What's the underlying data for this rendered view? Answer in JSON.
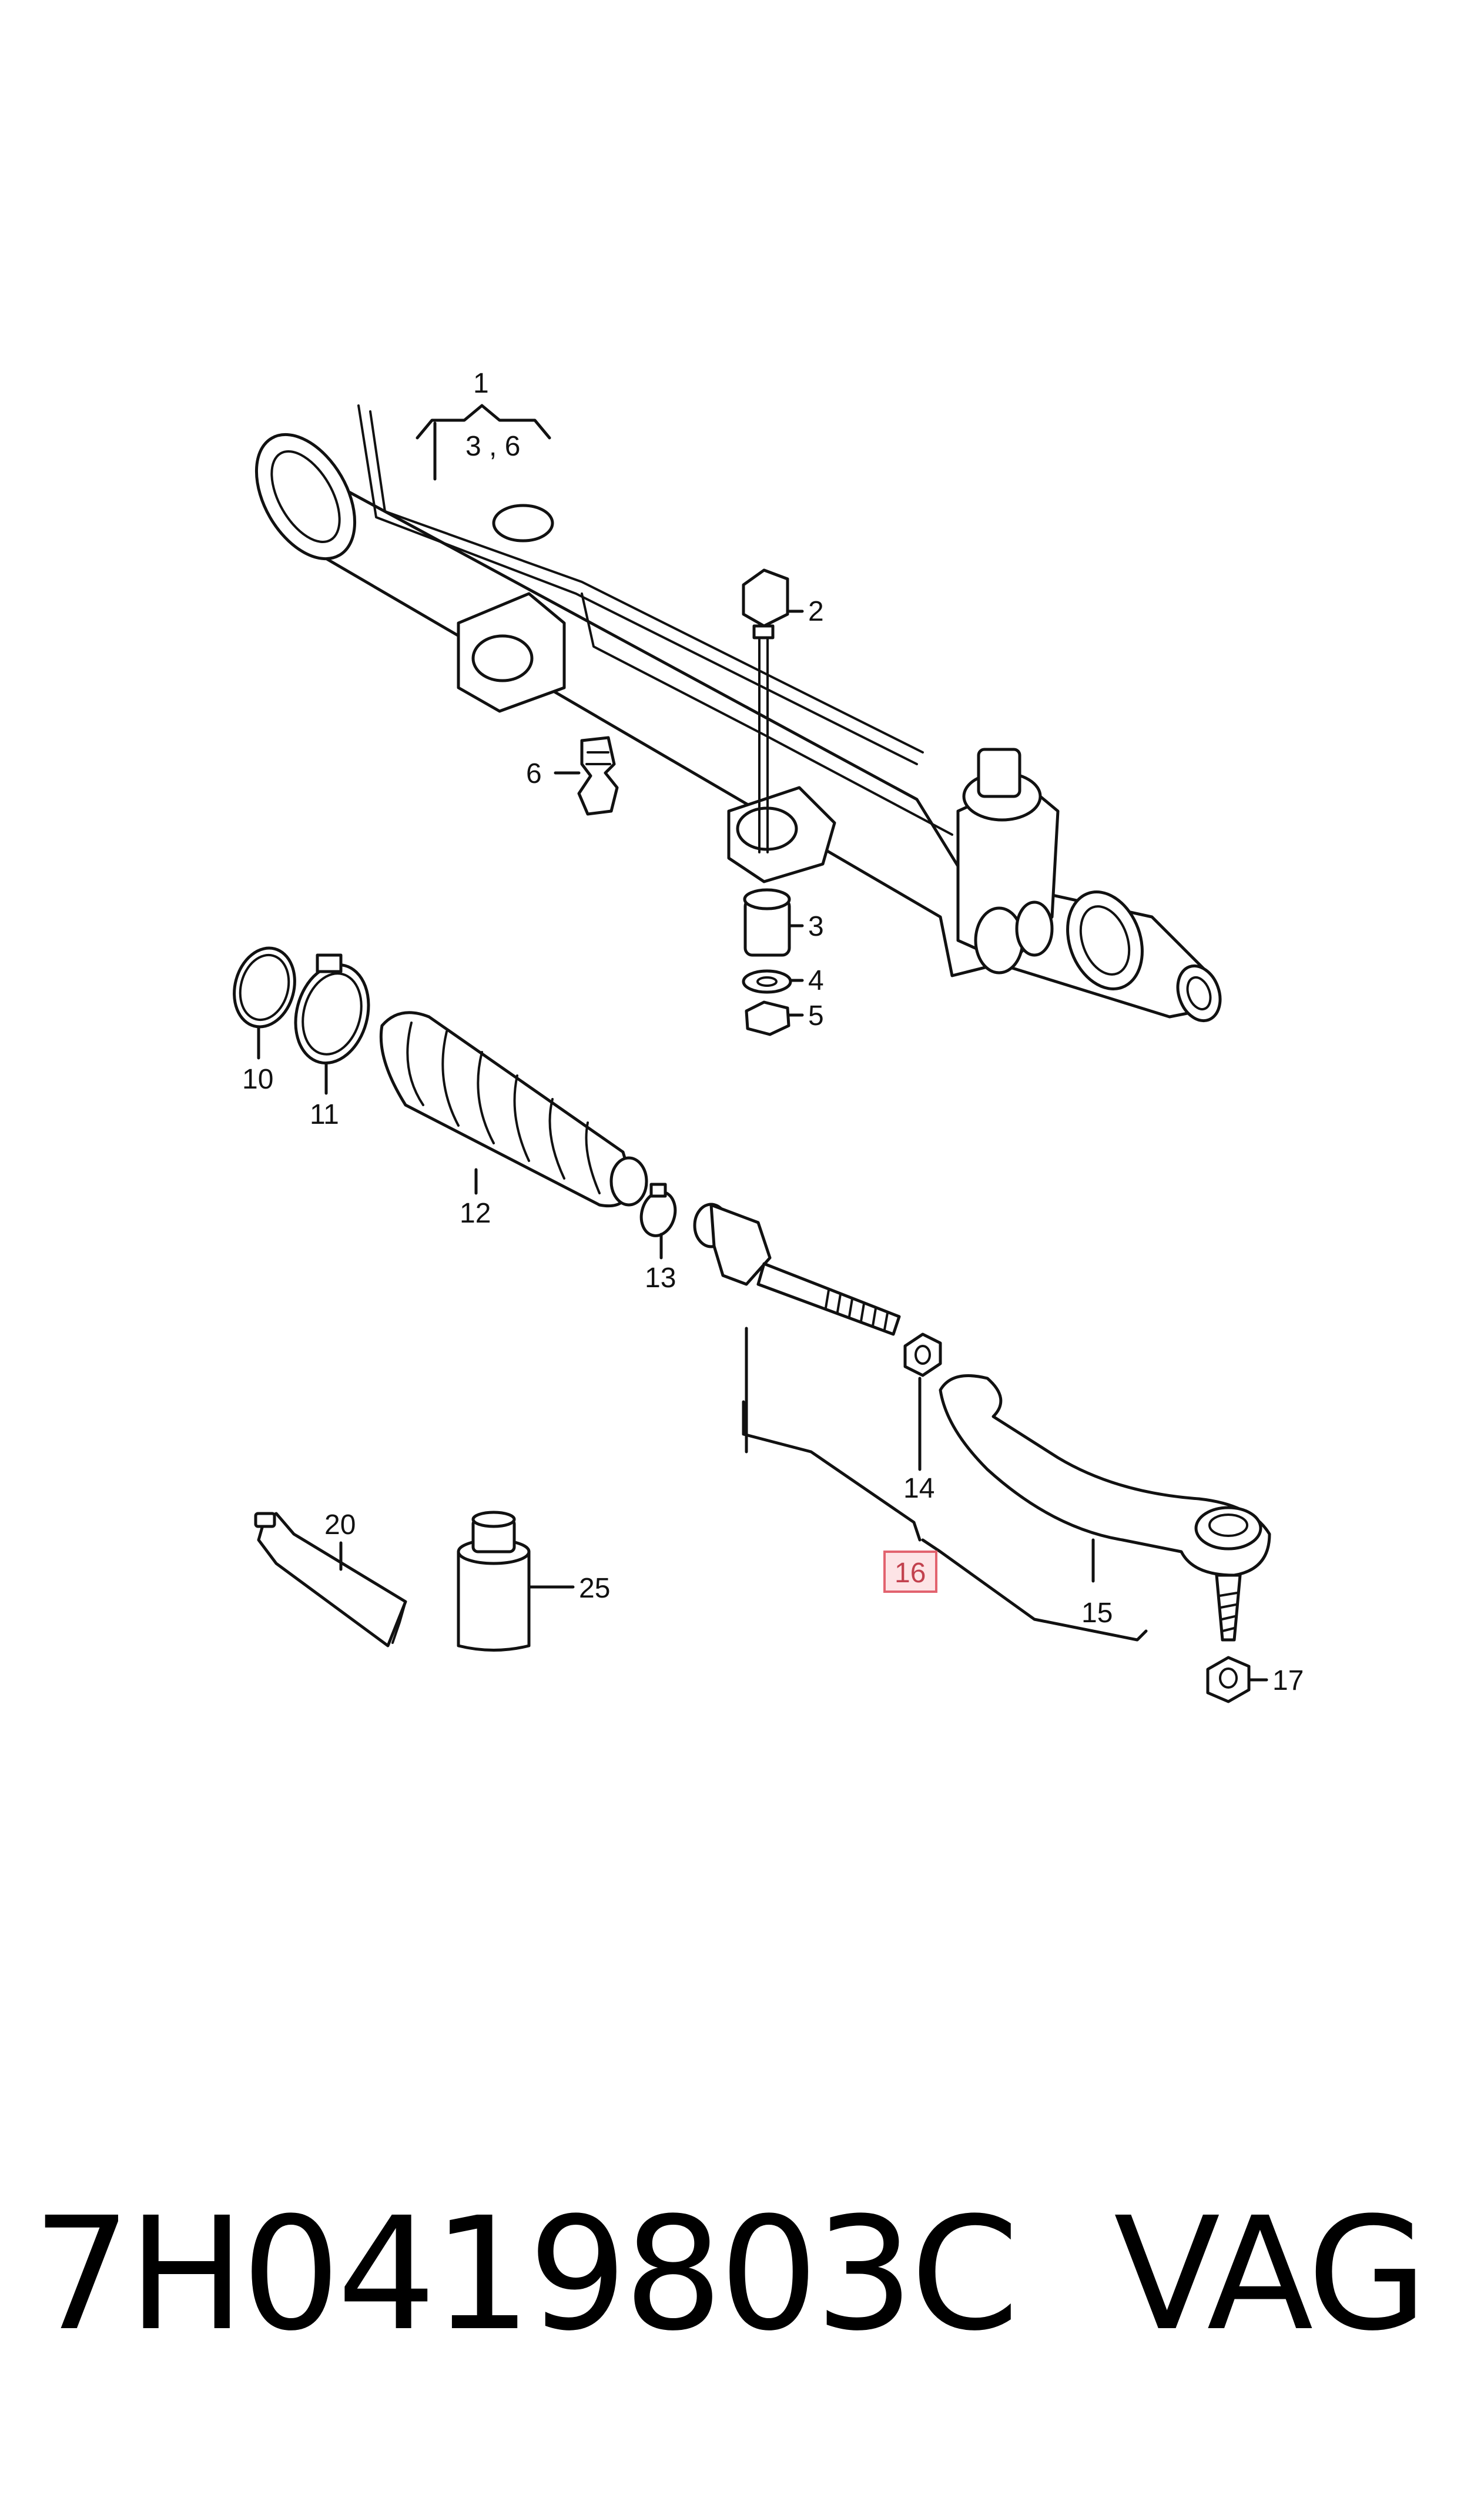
{
  "diagram": {
    "callouts": {
      "c1": "1",
      "c1_sub": "3 , 6",
      "c2": "2",
      "c3": "3",
      "c4": "4",
      "c5": "5",
      "c6": "6",
      "c10": "10",
      "c11": "11",
      "c12": "12",
      "c13": "13",
      "c14": "14",
      "c15": "15",
      "c16": "16",
      "c17": "17",
      "c20": "20",
      "c25": "25"
    },
    "highlighted_callout": "16",
    "highlight_color": "#e2636f"
  },
  "footer": {
    "part_number": "7H0419803C",
    "brand": "VAG"
  }
}
